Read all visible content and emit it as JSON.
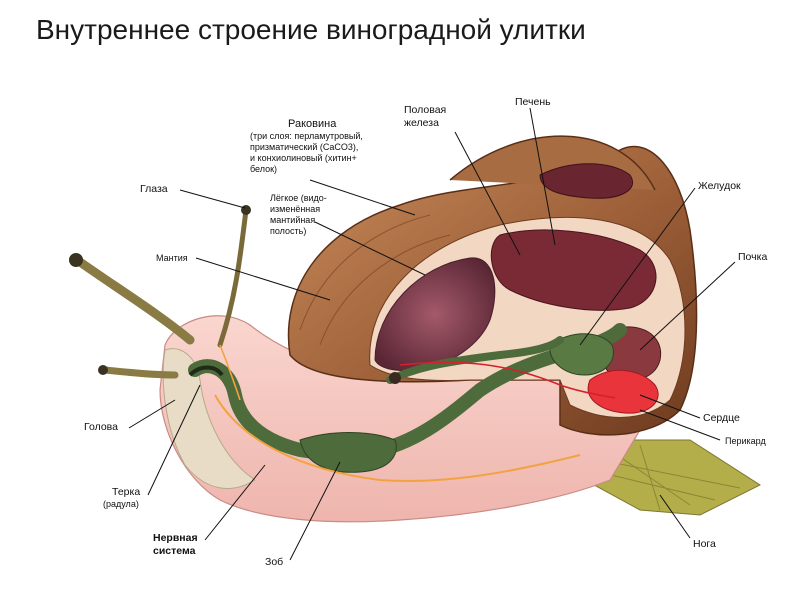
{
  "title": "Внутреннее строение виноградной улитки",
  "labels": {
    "shell": "Раковина",
    "shell_note_1": "(три слоя: перламутровый,",
    "shell_note_2": "призматический (CaCO3),",
    "shell_note_3": "и конхиолиновый (хитин+",
    "shell_note_4": "белок)",
    "gonad_1": "Половая",
    "gonad_2": "железа",
    "liver": "Печень",
    "eyes": "Глаза",
    "lung_1": "Лёгкое (видо-",
    "lung_2": "изменённая",
    "lung_3": "мантийная",
    "lung_4": "полость)",
    "mantle": "Мантия",
    "stomach": "Желудок",
    "kidney": "Почка",
    "head": "Голова",
    "heart": "Сердце",
    "pericardium": "Перикард",
    "radula_1": "Терка",
    "radula_2": "(радула)",
    "nerve_1": "Нервная",
    "nerve_2": "система",
    "crop": "Зоб",
    "foot": "Нога"
  },
  "colors": {
    "body": "#f6c9c3",
    "shell": "#a0623a",
    "shell_dark": "#6e3b1f",
    "gut": "#4e6b3c",
    "liver": "#7a2a35",
    "heart": "#e8343a",
    "foot_sole": "#b3ad4a"
  }
}
